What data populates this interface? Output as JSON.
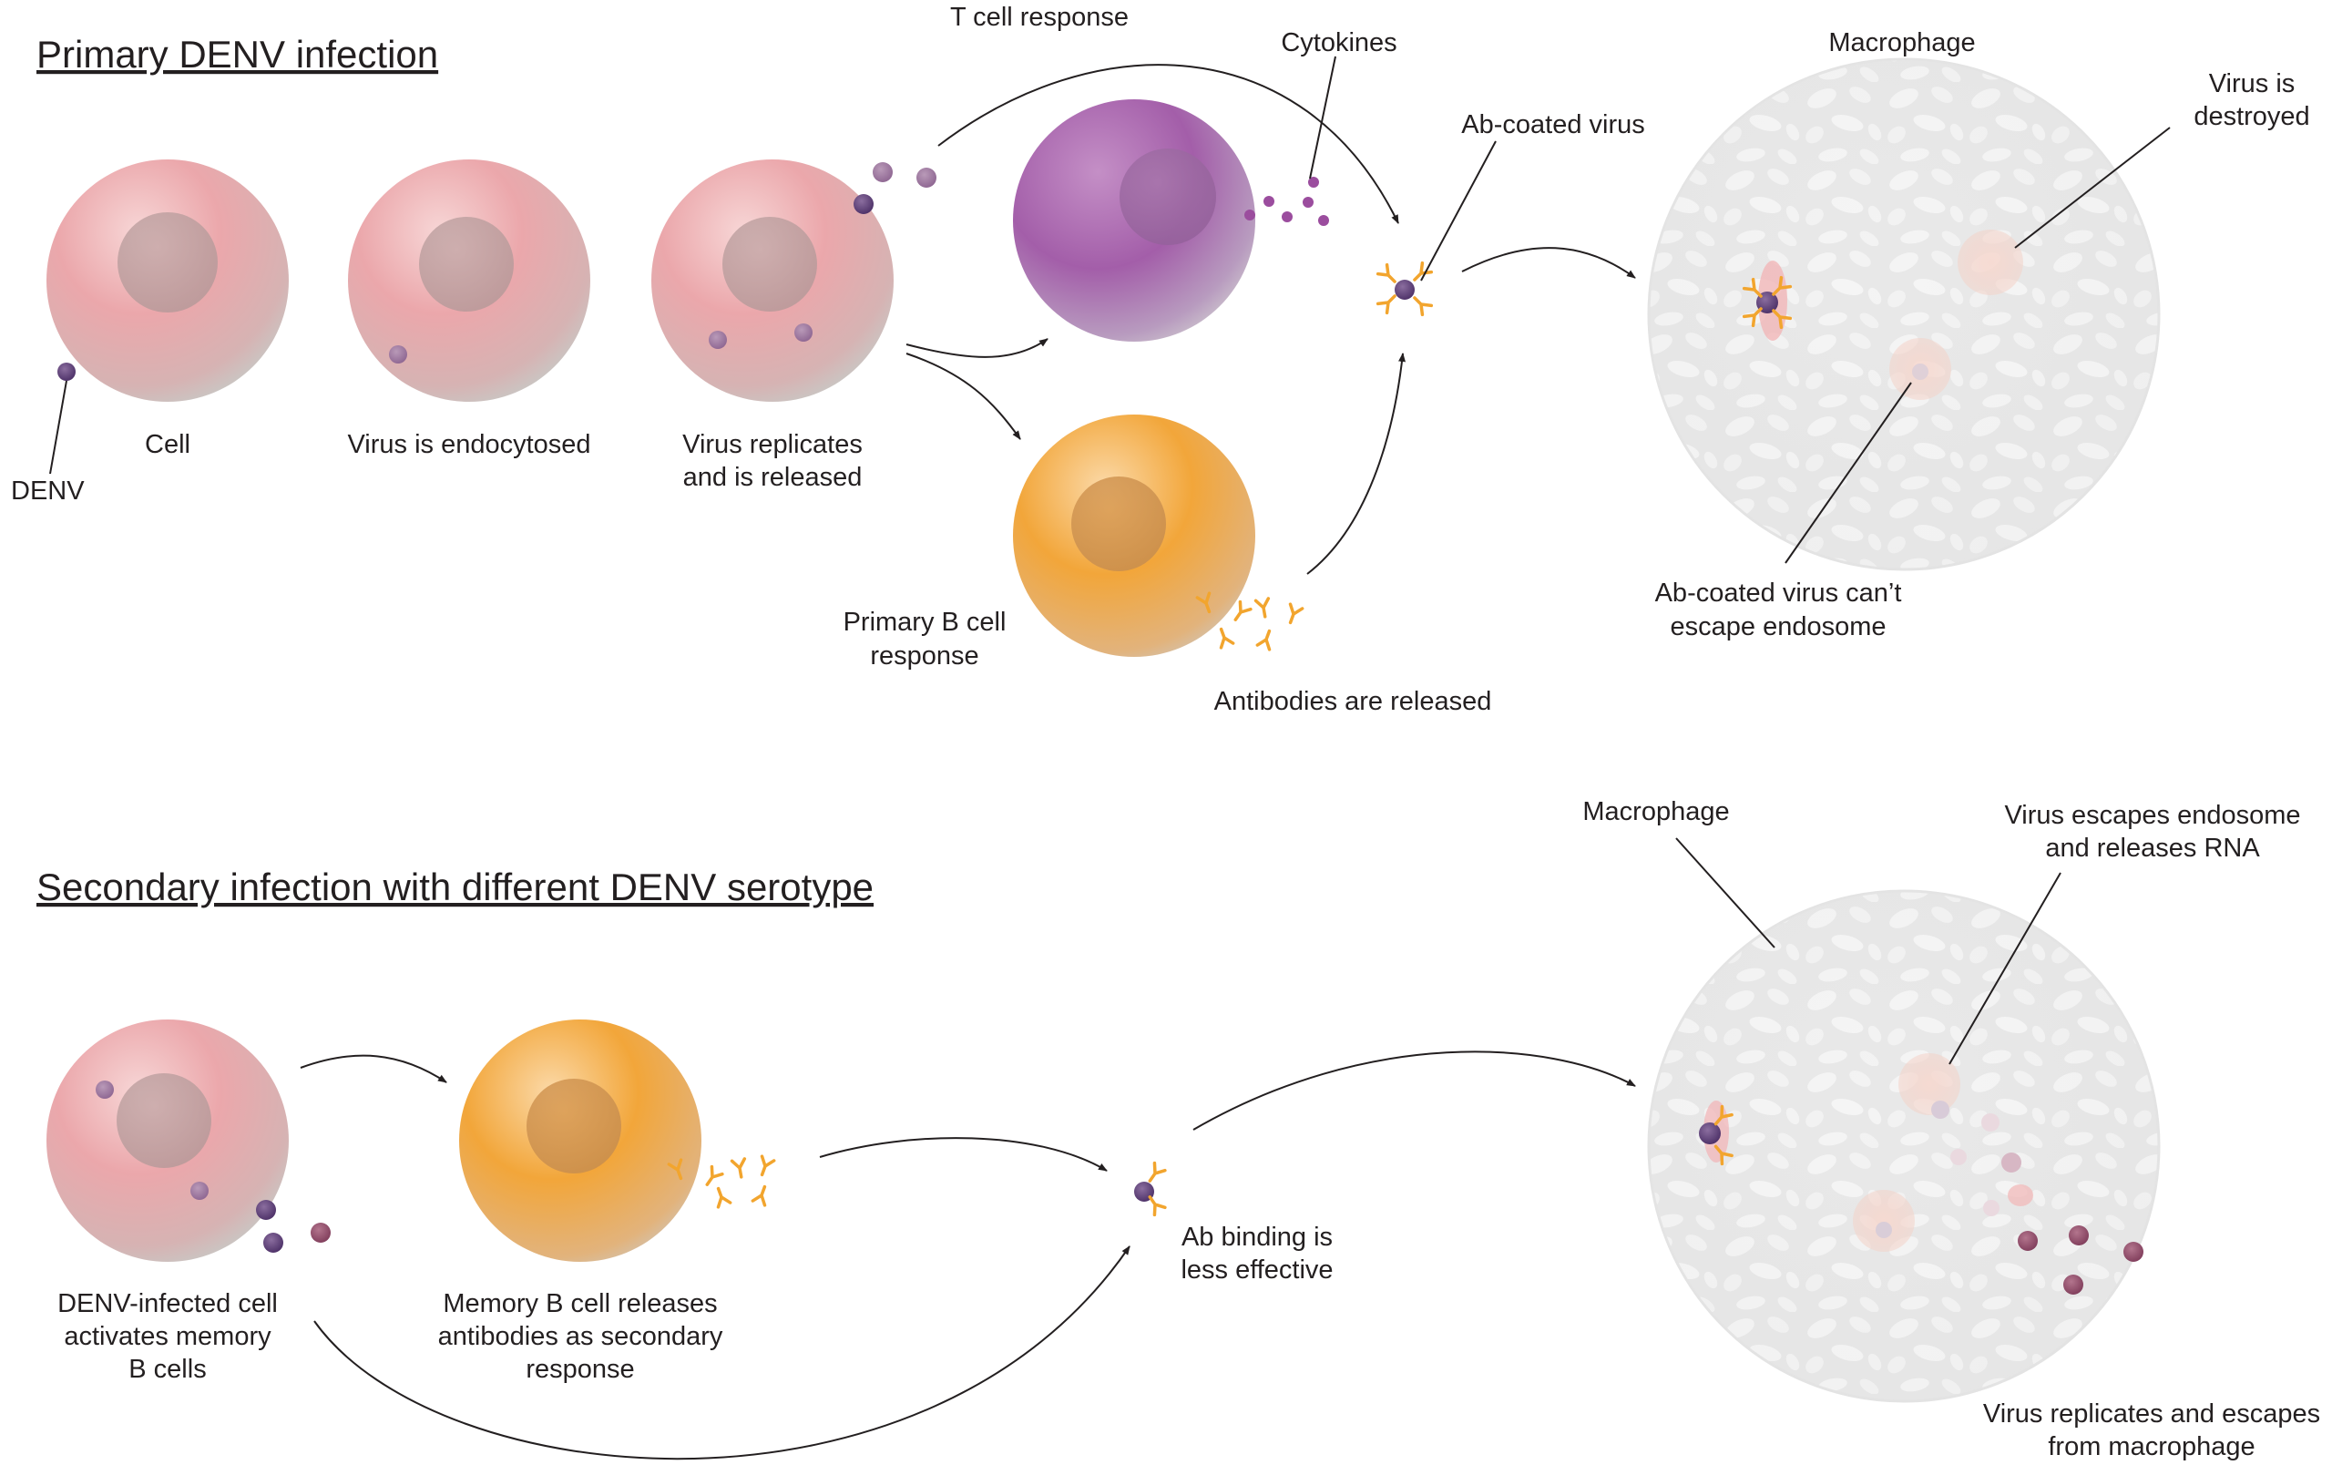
{
  "headings": {
    "primary": "Primary DENV infection",
    "secondary": "Secondary infection with different DENV serotype"
  },
  "labels": {
    "denv": "DENV",
    "cell": "Cell",
    "endocytosed": "Virus is endocytosed",
    "replicates_1": "Virus replicates",
    "replicates_2": "and is released",
    "t_cell": "T cell response",
    "cytokines": "Cytokines",
    "b_cell_1": "Primary B cell",
    "b_cell_2": "response",
    "antibodies": "Antibodies are released",
    "ab_coated": "Ab-coated virus",
    "macrophage_top": "Macrophage",
    "destroyed_1": "Virus is",
    "destroyed_2": "destroyed",
    "cant_escape_1": "Ab-coated virus can’t",
    "cant_escape_2": "escape endosome",
    "infected_1": "DENV-infected cell",
    "infected_2": "activates memory",
    "infected_3": "B cells",
    "memory_1": "Memory B cell releases",
    "memory_2": "antibodies as secondary",
    "memory_3": "response",
    "ab_binding_1": "Ab binding is",
    "ab_binding_2": "less effective",
    "macrophage_bottom": "Macrophage",
    "escapes_1": "Virus escapes endosome",
    "escapes_2": "and releases RNA",
    "replicates_escapes_1": "Virus replicates and escapes",
    "replicates_escapes_2": "from macrophage"
  },
  "colors": {
    "cell_pink": "#e9a3a8",
    "t_cell_purple": "#a45ca8",
    "b_cell_orange": "#f2a73b",
    "macrophage_grey": "#e8e8e8",
    "virus": "#5a3a76",
    "antibody": "#f2a52e"
  }
}
